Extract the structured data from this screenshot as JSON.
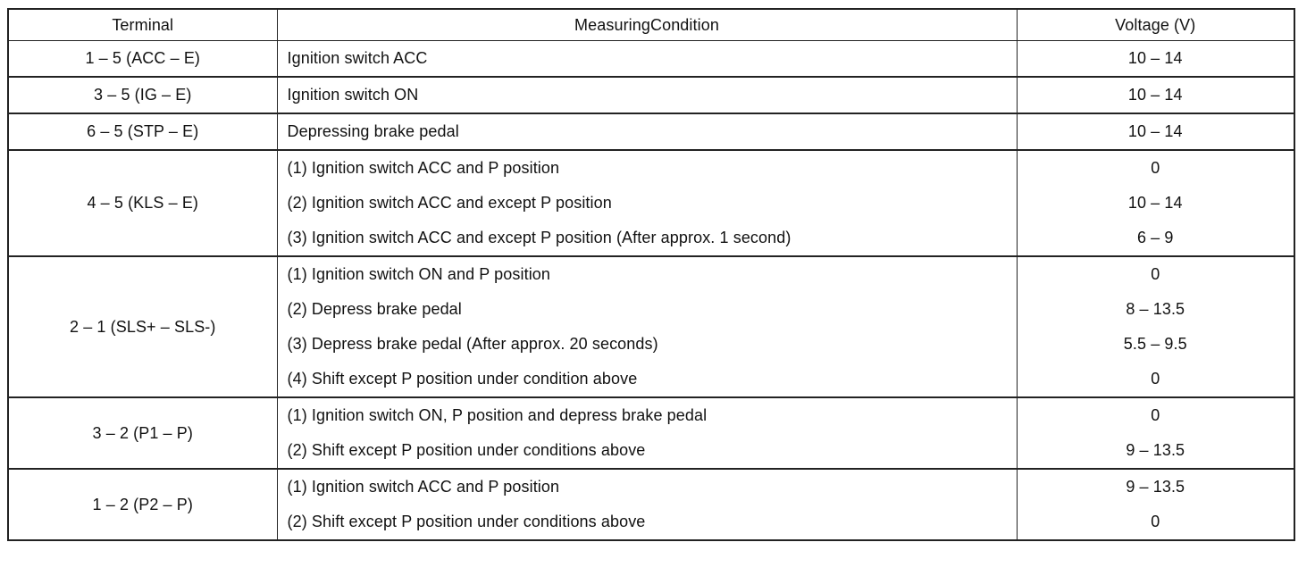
{
  "headers": {
    "terminal": "Terminal",
    "condition": "MeasuringCondition",
    "voltage": "Voltage (V)"
  },
  "groups": [
    {
      "terminal": "1 – 5 (ACC – E)",
      "rows": [
        {
          "condition": "Ignition switch ACC",
          "voltage": "10 – 14"
        }
      ]
    },
    {
      "terminal": "3 – 5 (IG – E)",
      "rows": [
        {
          "condition": "Ignition switch ON",
          "voltage": "10 – 14"
        }
      ]
    },
    {
      "terminal": "6 – 5 (STP – E)",
      "rows": [
        {
          "condition": "Depressing brake pedal",
          "voltage": "10 – 14"
        }
      ]
    },
    {
      "terminal": "4 – 5 (KLS – E)",
      "rows": [
        {
          "condition": "(1) Ignition switch ACC and P position",
          "voltage": "0"
        },
        {
          "condition": "(2) Ignition switch ACC and except P position",
          "voltage": "10 – 14"
        },
        {
          "condition": "(3) Ignition switch ACC and except P position (After approx. 1 second)",
          "voltage": "6 – 9"
        }
      ]
    },
    {
      "terminal": "2 – 1 (SLS+ – SLS-)",
      "rows": [
        {
          "condition": "(1) Ignition switch ON and P position",
          "voltage": "0"
        },
        {
          "condition": "(2) Depress brake pedal",
          "voltage": "8 – 13.5"
        },
        {
          "condition": "(3) Depress brake pedal (After approx. 20 seconds)",
          "voltage": "5.5 – 9.5"
        },
        {
          "condition": "(4) Shift except P position under condition above",
          "voltage": "0"
        }
      ]
    },
    {
      "terminal": "3 – 2 (P1 – P)",
      "rows": [
        {
          "condition": "(1) Ignition switch ON, P position and depress brake pedal",
          "voltage": "0"
        },
        {
          "condition": "(2) Shift except P position under conditions above",
          "voltage": "9 – 13.5"
        }
      ]
    },
    {
      "terminal": "1 – 2 (P2 – P)",
      "rows": [
        {
          "condition": "(1) Ignition switch ACC and P position",
          "voltage": "9 – 13.5"
        },
        {
          "condition": "(2) Shift except P position under conditions above",
          "voltage": "0"
        }
      ]
    }
  ]
}
